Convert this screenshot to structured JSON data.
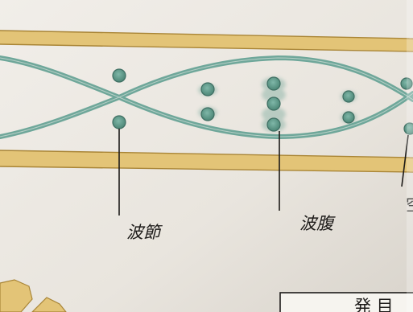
{
  "colors": {
    "paper": "#ece8e1",
    "tube_fill": "#e3c477",
    "tube_edge": "#b08d3a",
    "wave": "#6fa79a",
    "particle": "#5f9b8c",
    "ink": "#1d1b19"
  },
  "labels": {
    "node": "波節",
    "antinode": "波腹",
    "cut_right": "空",
    "box_fragment": "発 目"
  },
  "icons": {
    "particle": "particle-dot-icon"
  }
}
